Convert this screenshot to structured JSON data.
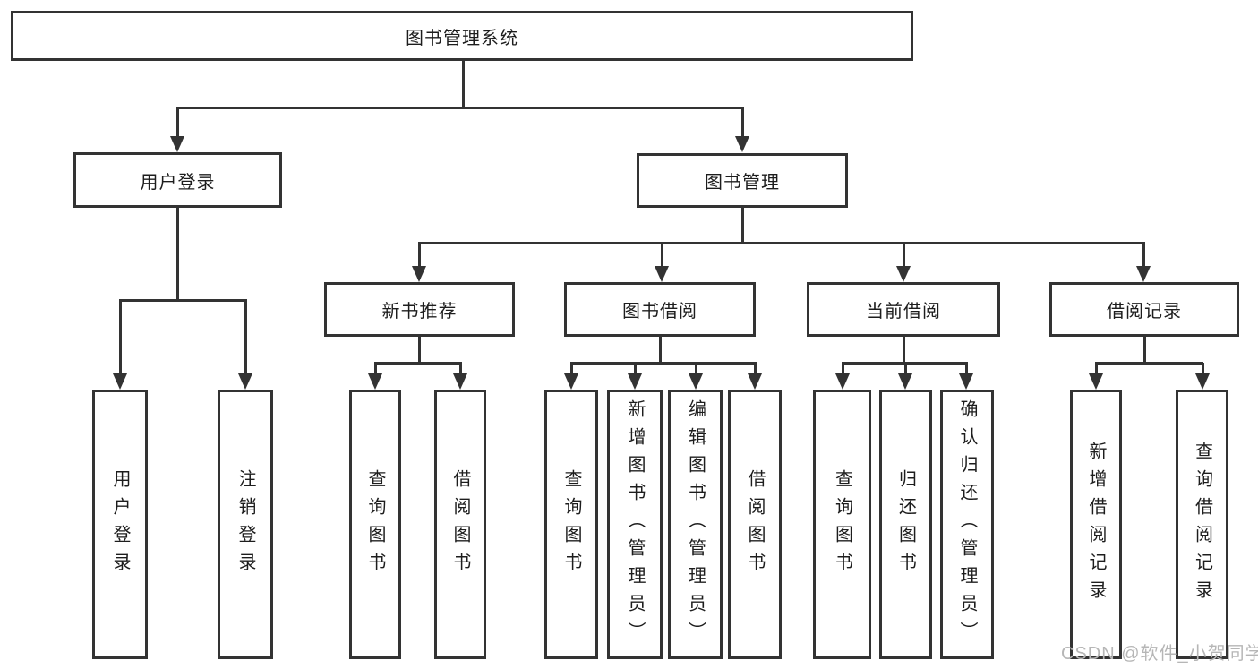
{
  "diagram": {
    "title": "图书管理系统",
    "watermark": "CSDN @软件_小贺同学",
    "colors": {
      "line": "#333333",
      "box_fill": "#ffffff",
      "text": "#1d1d1d",
      "watermark": "#b6b6b6"
    },
    "nodes": {
      "root": {
        "label": "图书管理系统"
      },
      "login": {
        "label": "用户登录",
        "children": {
          "user_login": {
            "label": "用户登录"
          },
          "logout": {
            "label": "注销登录"
          }
        }
      },
      "mgmt": {
        "label": "图书管理",
        "children": {
          "rec": {
            "label": "新书推荐",
            "children": {
              "query": {
                "label": "查询图书"
              },
              "borrow": {
                "label": "借阅图书"
              }
            }
          },
          "borrow": {
            "label": "图书借阅",
            "children": {
              "query": {
                "label": "查询图书"
              },
              "add": {
                "label": "新增图书（管理员）"
              },
              "edit": {
                "label": "编辑图书（管理员）"
              },
              "lend": {
                "label": "借阅图书"
              }
            }
          },
          "current": {
            "label": "当前借阅",
            "children": {
              "query": {
                "label": "查询图书"
              },
              "return": {
                "label": "归还图书"
              },
              "confirm": {
                "label": "确认归还（管理员）"
              }
            }
          },
          "record": {
            "label": "借阅记录",
            "children": {
              "add": {
                "label": "新增借阅记录"
              },
              "query": {
                "label": "查询借阅记录"
              }
            }
          }
        }
      }
    }
  }
}
